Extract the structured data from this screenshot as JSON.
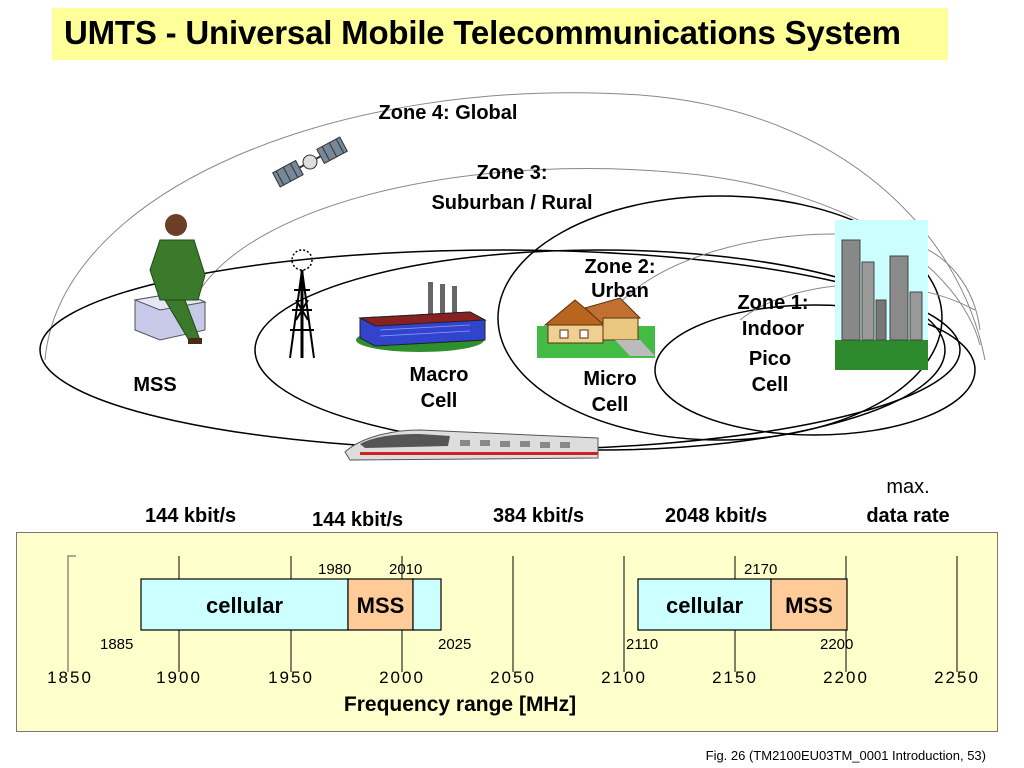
{
  "title": "UMTS - Universal Mobile Telecommunications System",
  "zones": {
    "zone4": "Zone 4: Global",
    "zone3_line1": "Zone 3:",
    "zone3_line2": "Suburban / Rural",
    "zone2_line1": "Zone 2:",
    "zone2_line2": "Urban",
    "zone1_line1": "Zone 1:",
    "zone1_line2": "Indoor"
  },
  "cells": {
    "mss": "MSS",
    "macro_line1": "Macro",
    "macro_line2": "Cell",
    "micro_line1": "Micro",
    "micro_line2": "Cell",
    "pico_line1": "Pico",
    "pico_line2": "Cell"
  },
  "data_rates": {
    "mss": "144 kbit/s",
    "macro": "144 kbit/s",
    "micro": "384 kbit/s",
    "pico": "2048 kbit/s",
    "header_line1": "max.",
    "header_line2": "data rate"
  },
  "frequency": {
    "axis_label": "Frequency range [MHz]",
    "ticks": [
      "1850",
      "1900",
      "1950",
      "2000",
      "2050",
      "2100",
      "2150",
      "2200",
      "2250"
    ],
    "bands": [
      {
        "label": "cellular",
        "start": 1885,
        "end": 1980,
        "color": "#ccffff"
      },
      {
        "label": "MSS",
        "start": 1980,
        "end": 2010,
        "color": "#ffcc99"
      },
      {
        "label": "",
        "start": 2010,
        "end": 2025,
        "color": "#ccffff"
      },
      {
        "label": "cellular",
        "start": 2110,
        "end": 2170,
        "color": "#ccffff"
      },
      {
        "label": "MSS",
        "start": 2170,
        "end": 2200,
        "color": "#ffcc99"
      }
    ],
    "marks": {
      "m1885": "1885",
      "m1980": "1980",
      "m2010": "2010",
      "m2025": "2025",
      "m2110": "2110",
      "m2170": "2170",
      "m2200": "2200"
    }
  },
  "caption": "Fig. 26 (TM2100EU03TM_0001 Introduction, 53)",
  "colors": {
    "title_bg": "#ffff99",
    "panel_bg": "#ffffcc",
    "cellular": "#ccffff",
    "mss": "#ffcc99"
  }
}
